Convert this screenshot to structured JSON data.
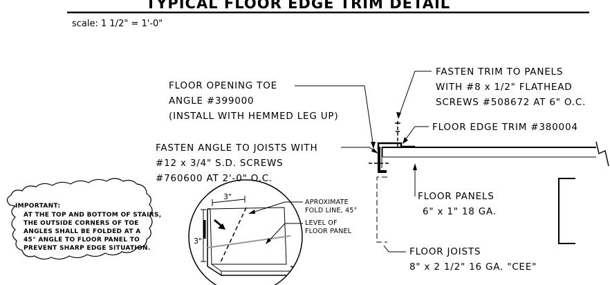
{
  "title": "TYPICAL FLOOR EDGE TRIM DETAIL",
  "scale": "scale:   1 1/2\" = 1'-0\"",
  "labels": {
    "toe_angle": [
      "FLOOR OPENING TOE",
      "ANGLE #399000",
      "(INSTALL WITH HEMMED LEG UP)"
    ],
    "fasten_trim": [
      "FASTEN TRIM TO PANELS",
      "WITH #8 x 1/2\" FLATHEAD",
      "SCREWS #508672 AT 6\" O.C."
    ],
    "edge_trim": [
      "FLOOR EDGE TRIM #380004"
    ],
    "fasten_angle": [
      "FASTEN ANGLE TO JOISTS WITH",
      "#12 x 3/4\" S.D. SCREWS",
      "#760600 AT 2'-0\" O.C."
    ],
    "floor_panels": [
      "FLOOR PANELS",
      "6\" x 1\" 18 GA."
    ],
    "floor_joists": [
      "FLOOR JOISTS",
      "8\" x 2 1/2\" 16 GA. \"CEE\""
    ],
    "fold_line": [
      "APROXIMATE",
      "FOLD LINE, 45°"
    ],
    "floor_level": [
      "LEVEL OF",
      "FLOOR PANEL"
    ]
  },
  "dims": {
    "horizontal": "3\"",
    "vertical": "3\""
  },
  "important": [
    "IMPORTANT:",
    "AT THE TOP AND BOTTOM OF STAIRS,",
    "THE OUTSIDE CORNERS OF TOE",
    "ANGLES SHALL BE FOLDED AT A",
    "45° ANGLE TO FLOOR PANEL TO",
    "PREVENT SHARP EDGE SITUATION."
  ]
}
